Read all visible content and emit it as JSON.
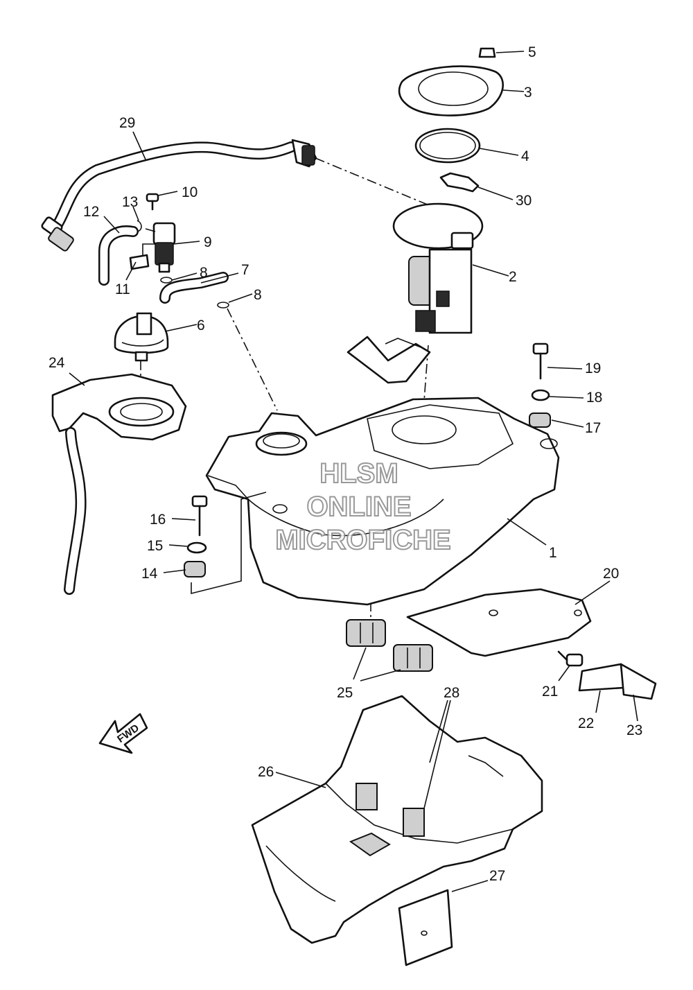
{
  "diagram": {
    "callouts": [
      "1",
      "2",
      "3",
      "4",
      "5",
      "6",
      "7",
      "8",
      "8",
      "9",
      "10",
      "11",
      "12",
      "13",
      "14",
      "15",
      "16",
      "17",
      "18",
      "19",
      "20",
      "21",
      "22",
      "23",
      "24",
      "25",
      "26",
      "27",
      "28",
      "29",
      "30"
    ],
    "direction_label": "FWD",
    "watermark": [
      "HLSM",
      "ONLINE",
      "MICROFICHE"
    ]
  }
}
